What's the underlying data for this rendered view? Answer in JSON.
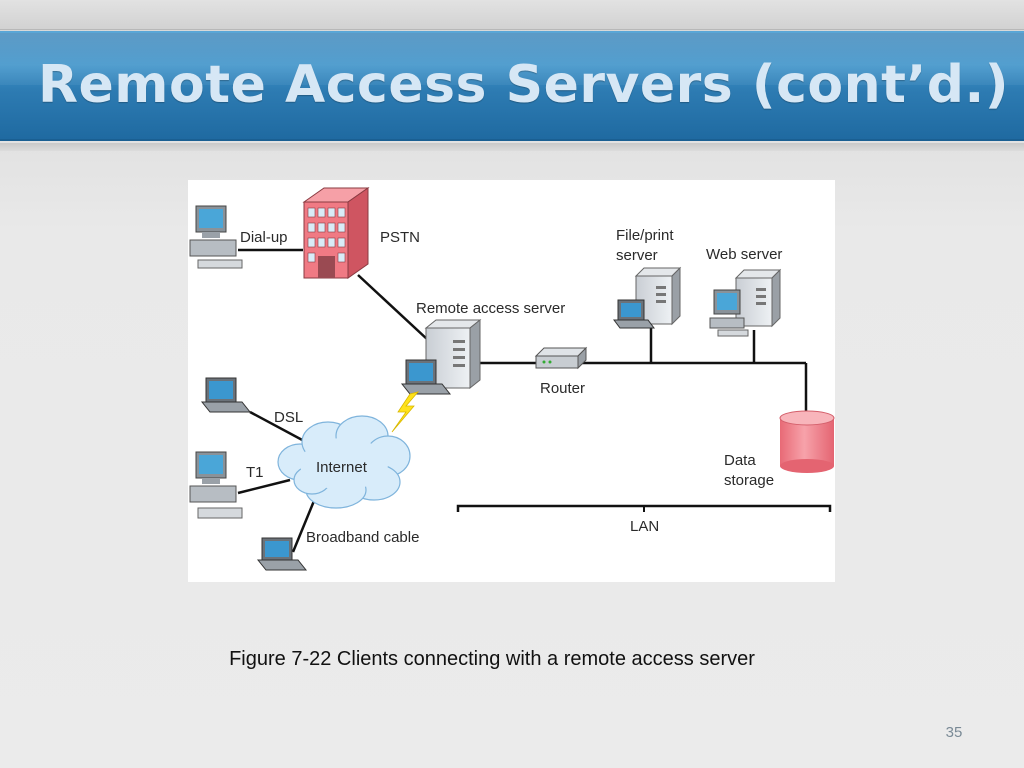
{
  "slide": {
    "title": "Remote Access Servers (cont’d.)",
    "caption": "Figure 7-22 Clients connecting with a remote access server",
    "page_number": "35"
  },
  "diagram": {
    "labels": {
      "dialup": "Dial-up",
      "pstn": "PSTN",
      "remote_access_server": "Remote access server",
      "file_print_1": "File/print",
      "file_print_2": "server",
      "web_server": "Web server",
      "router": "Router",
      "dsl": "DSL",
      "internet": "Internet",
      "t1": "T1",
      "broadband": "Broadband cable",
      "data_1": "Data",
      "data_2": "storage",
      "lan": "LAN"
    },
    "icons": {
      "desktop": "desktop-computer-icon",
      "laptop": "laptop-icon",
      "server": "server-tower-icon",
      "building": "building-icon",
      "router": "router-icon",
      "cloud": "cloud-icon",
      "storage": "database-cylinder-icon"
    },
    "colors": {
      "building": "#f07a84",
      "storage": "#f4858f",
      "cloud": "#d8ecfa",
      "lightning": "#ffe21a",
      "line": "#111111"
    }
  }
}
